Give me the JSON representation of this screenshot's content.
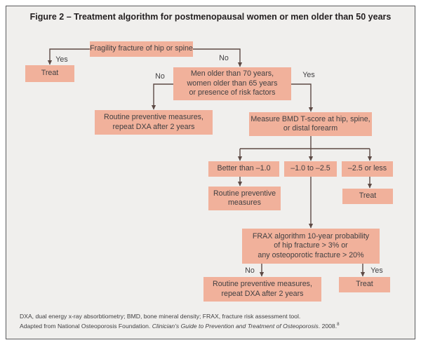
{
  "title": "Figure 2 – Treatment algorithm for postmenopausal women or men older than 50 years",
  "nodes": {
    "fragility": {
      "label": "Fragility fracture of hip or spine"
    },
    "treat_top": {
      "label": "Treat"
    },
    "age_risk": {
      "label": "Men older than 70 years,\nwomen older than 65 years\nor presence of risk factors"
    },
    "routine_dxa_1": {
      "label": "Routine preventive measures,\nrepeat DXA after 2 years"
    },
    "measure_bmd": {
      "label": "Measure BMD T-score at hip, spine,\nor distal forearm"
    },
    "tscore_better": {
      "label": "Better than –1.0"
    },
    "tscore_mid": {
      "label": "–1.0 to –2.5"
    },
    "tscore_low": {
      "label": "–2.5 or less"
    },
    "routine_measures": {
      "label": "Routine preventive\nmeasures"
    },
    "treat_mid": {
      "label": "Treat"
    },
    "frax": {
      "label": "FRAX algorithm 10-year probability\nof hip fracture > 3% or\nany osteoporotic fracture > 20%"
    },
    "routine_dxa_2": {
      "label": "Routine preventive measures,\nrepeat DXA after 2 years"
    },
    "treat_bottom": {
      "label": "Treat"
    }
  },
  "edge_labels": {
    "fragility_yes": "Yes",
    "fragility_no": "No",
    "age_no": "No",
    "age_yes": "Yes",
    "frax_no": "No",
    "frax_yes": "Yes"
  },
  "footnotes": {
    "abbreviations": "DXA, dual energy x-ray absorbtiometry; BMD, bone mineral density; FRAX, fracture risk assessment tool.",
    "source_prefix": "Adapted from National Osteoporosis Foundation. ",
    "source_title": "Clinician’s Guide to Prevention and Treatment of Osteoporosis",
    "source_suffix": ". 2008.",
    "source_ref": "8"
  },
  "colors": {
    "node_fill": "#f1b19b",
    "connector": "#5d4a45",
    "frame_background": "#f0efed",
    "frame_border": "#595a5c",
    "text": "#414042",
    "title_text": "#231f20"
  }
}
